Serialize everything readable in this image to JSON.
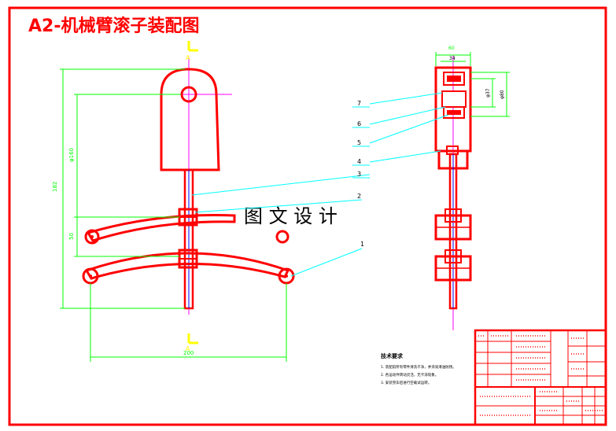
{
  "title": "A2-机械臂滚子装配图",
  "watermark": "图 文 设 计",
  "balloons": [
    "1",
    "2",
    "3",
    "4",
    "5",
    "6",
    "7"
  ],
  "dimensions": {
    "overall_height": "182",
    "upper_height": "φ160",
    "spacing": "50",
    "bottom_width": "200",
    "side_top_width": "60",
    "side_inner_width": "34",
    "side_small_dia": "φ37",
    "side_large_dia": "φ80"
  },
  "section_marks": [
    "A",
    "A"
  ],
  "tech_requirements": {
    "heading": "技术要求",
    "items": [
      "1. 装配前所有零件清洗干净，并涂润滑油防锈。",
      "2. 各运动件转动灵活，无卡滞现象。",
      "3. 安装完毕后进行空载试运转。"
    ]
  },
  "colors": {
    "frame": "#ff0000",
    "part": "#ff0000",
    "dimension": "#00ff00",
    "leader": "#00ffff",
    "centerline": "#ff00ff",
    "shaft": "#0000ff",
    "text": "#000000"
  }
}
